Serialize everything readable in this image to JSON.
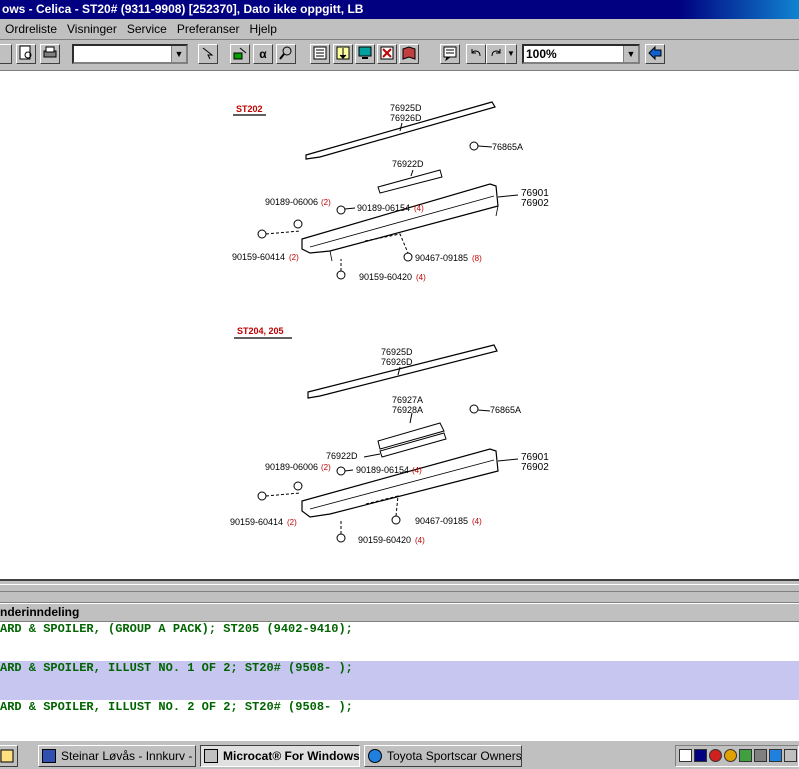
{
  "window": {
    "title": "ows - Celica - ST20# (9311-9908) [252370], Dato ikke oppgitt, LB"
  },
  "menu": {
    "items": [
      "Ordreliste",
      "Visninger",
      "Service",
      "Preferanser",
      "Hjelp"
    ]
  },
  "toolbar": {
    "zoom": "100%",
    "zoom_arrow": "▼",
    "alpha_label": "α"
  },
  "diagram": {
    "top": {
      "group_label": "ST202",
      "labels": {
        "p76925D": "76925D",
        "p76926D": "76926D",
        "p76865A": "76865A",
        "p76922D": "76922D",
        "p76901": "76901",
        "p76902": "76902",
        "p90189_06006": "90189-06006",
        "p90189_06154": "90189-06154",
        "p90159_60414": "90159-60414",
        "p90467_09185": "90467-09185",
        "p90159_60420": "90159-60420"
      },
      "qty": {
        "q06006": "(2)",
        "q06154": "(4)",
        "q60414": "(2)",
        "q09185": "(8)",
        "q60420": "(4)"
      }
    },
    "bottom": {
      "group_label": "ST204, 205",
      "labels": {
        "p76925D": "76925D",
        "p76926D": "76926D",
        "p76927A": "76927A",
        "p76928A": "76928A",
        "p76865A": "76865A",
        "p76922D": "76922D",
        "p76901": "76901",
        "p76902": "76902",
        "p90189_06006": "90189-06006",
        "p90189_06154": "90189-06154",
        "p90159_60414": "90159-60414",
        "p90467_09185": "90467-09185",
        "p90159_60420": "90159-60420"
      },
      "qty": {
        "q06006": "(2)",
        "q06154": "(4)",
        "q60414": "(2)",
        "q09185": "(4)",
        "q60420": "(4)"
      }
    }
  },
  "list": {
    "header": "nderinndeling",
    "rows": [
      "ARD & SPOILER, (GROUP A PACK); ST205 (9402-9410);",
      "ARD & SPOILER, ILLUST NO. 1 OF 2; ST20# (9508- );",
      "ARD & SPOILER, ILLUST NO. 2 OF 2; ST20# (9508- );"
    ]
  },
  "taskbar": {
    "items": [
      "Steinar Løvås - Innkurv - L...",
      "Microcat® For Windows ...",
      "Toyota Sportscar Owners ..."
    ]
  },
  "colors": {
    "title_bar": "#000080",
    "selected_row": "#c6c6f0",
    "row_text": "#006400",
    "group_label": "#c00000"
  }
}
